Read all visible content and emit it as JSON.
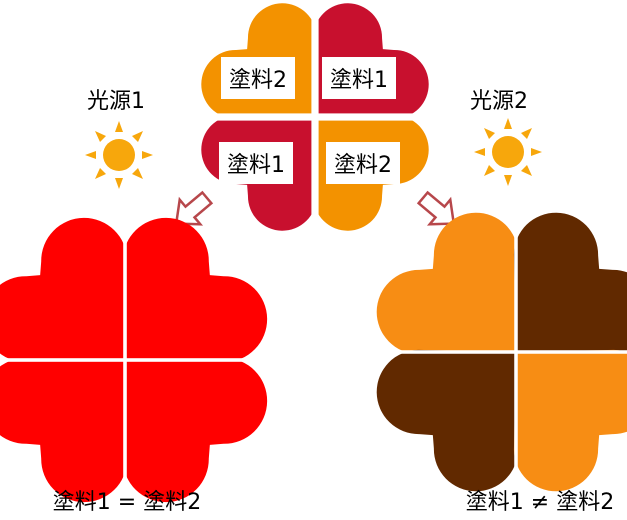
{
  "top_clover": {
    "quadrants": [
      {
        "position": "top-left",
        "color": "#F39200",
        "label": "塗料2"
      },
      {
        "position": "top-right",
        "color": "#C8102E",
        "label": "塗料1"
      },
      {
        "position": "bottom-left",
        "color": "#C8102E",
        "label": "塗料1"
      },
      {
        "position": "bottom-right",
        "color": "#F39200",
        "label": "塗料2"
      }
    ]
  },
  "light_sources": [
    {
      "label": "光源1",
      "color": "#F7A70C",
      "icon": "sun-icon"
    },
    {
      "label": "光源2",
      "color": "#F7A70C",
      "icon": "sun-icon"
    }
  ],
  "arrows": {
    "color": "#B7474B",
    "icon": "hollow-down-arrow-icon"
  },
  "result_left": {
    "quadrant_colors": [
      "#FF0000",
      "#FF0000",
      "#FF0000",
      "#FF0000"
    ],
    "caption": "塗料1 = 塗料2"
  },
  "result_right": {
    "quadrant_colors": [
      "#F78D14",
      "#612900",
      "#612900",
      "#F78D14"
    ],
    "caption": "塗料1 ≠ 塗料2"
  }
}
